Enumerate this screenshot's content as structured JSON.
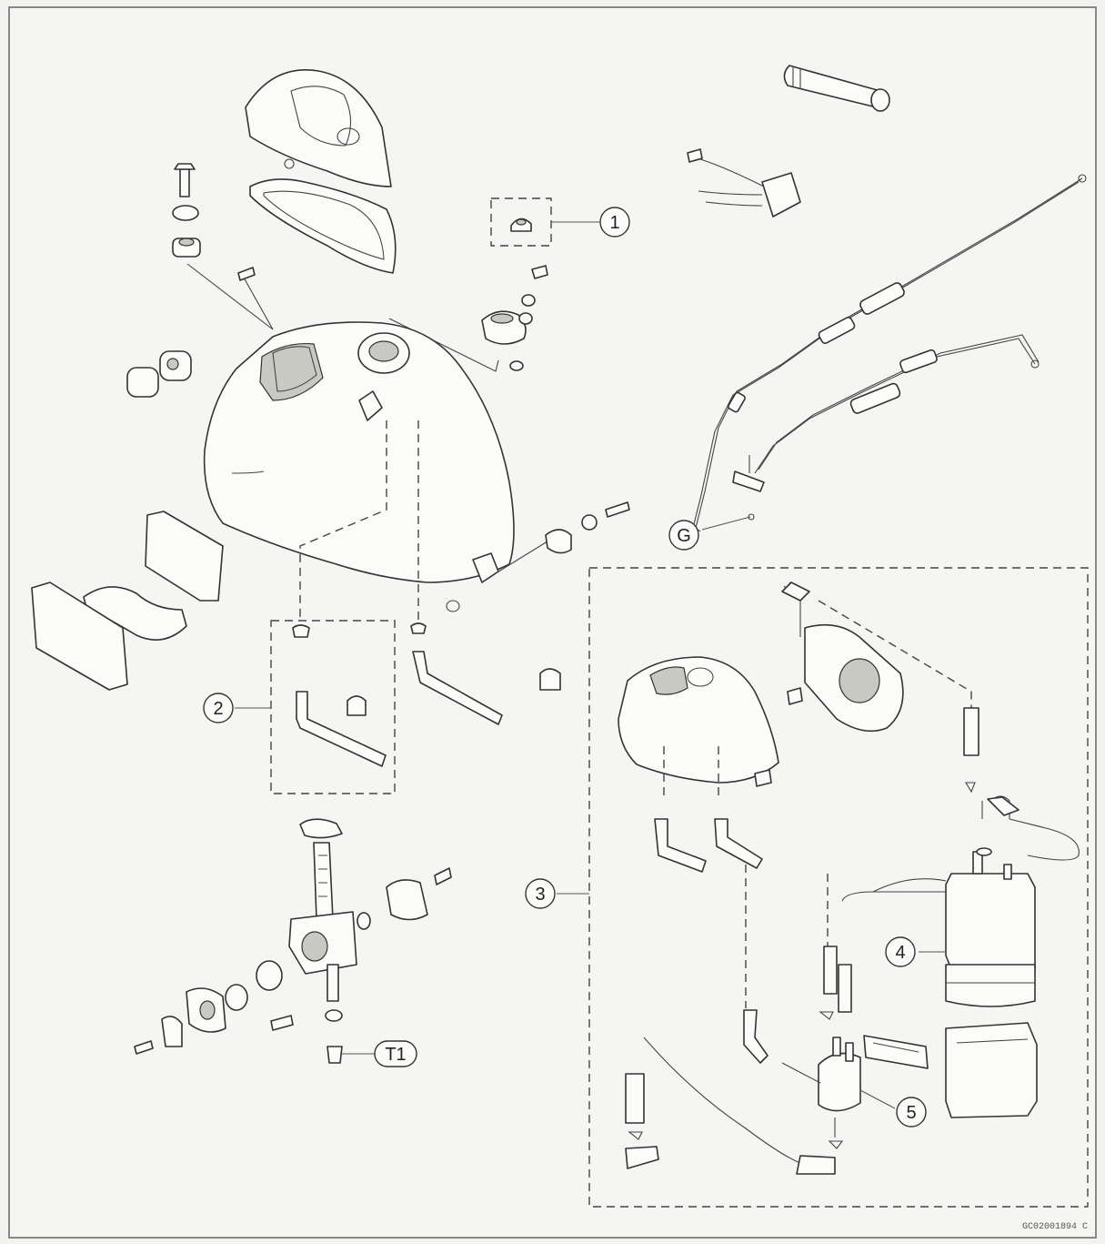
{
  "callouts": {
    "c1": "1",
    "c2": "2",
    "c3": "3",
    "c4": "4",
    "c5": "5",
    "cG": "G",
    "cT1": "T1"
  },
  "figure_code": "GC02001894 C",
  "colors": {
    "line": "#333333",
    "paper": "#f2f2f0",
    "frame": "#777777"
  }
}
